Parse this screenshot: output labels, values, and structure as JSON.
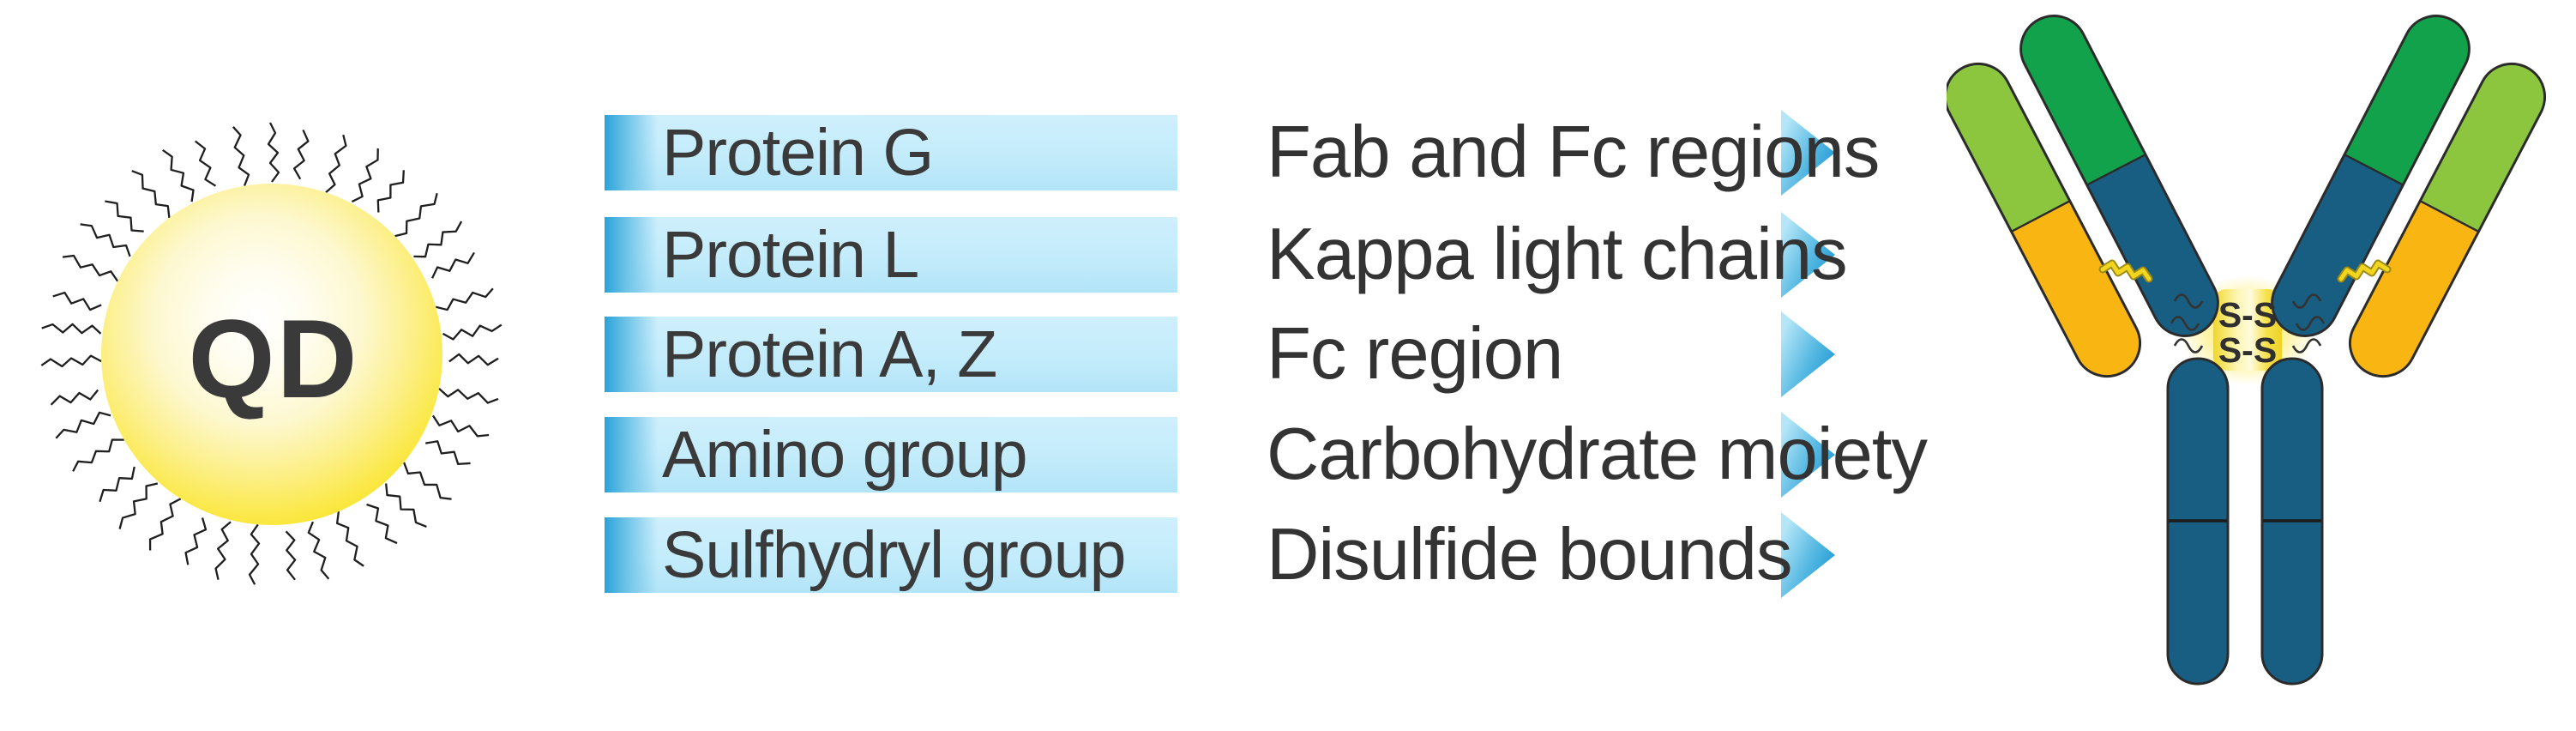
{
  "quantum_dot": {
    "label": "QD"
  },
  "legend_rows": [
    {
      "probe": "Protein G",
      "target": "Fab and Fc regions"
    },
    {
      "probe": "Protein L",
      "target": "Kappa light chains"
    },
    {
      "probe": "Protein A, Z",
      "target": "Fc region"
    },
    {
      "probe": "Amino group",
      "target": "Carbohydrate moiety"
    },
    {
      "probe": "Sulfhydryl group",
      "target": "Disulfide bounds"
    }
  ],
  "antibody": {
    "disulfide_bonds": [
      "S-S",
      "S-S"
    ]
  },
  "colors": {
    "arrow_fill": "#c3ecfb",
    "arrow_left_accent": "#2aa2d8",
    "arrow_head": "#1b97d3",
    "label_text": "#3a3a3a",
    "qd_yellow": "#f6dc00",
    "heavy_chain_blue": "#185e83",
    "heavy_chain_green": "#12a24b",
    "light_chain_green": "#8cc63f",
    "light_chain_orange": "#f9b511",
    "hinge_glow_yellow": "#ffe94e"
  }
}
